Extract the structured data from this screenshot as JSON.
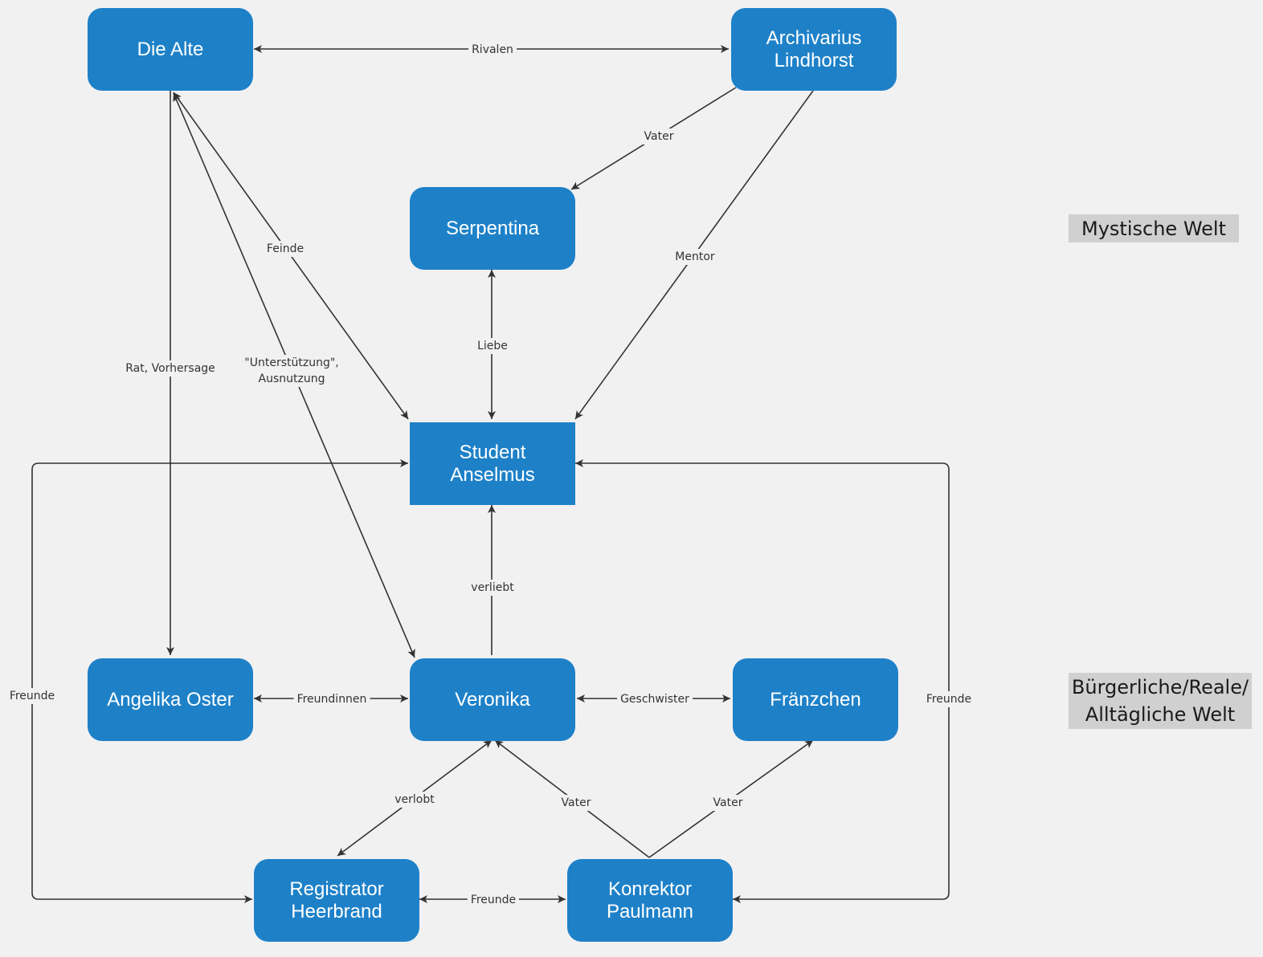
{
  "nodes": {
    "die_alte": "Die Alte",
    "archivarius": "Archivarius\nLindhorst",
    "serpentina": "Serpentina",
    "anselmus": "Student\nAnselmus",
    "angelika": "Angelika Oster",
    "veronika": "Veronika",
    "fraenzchen": "Fränzchen",
    "heerbrand": "Registrator\nHeerbrand",
    "paulmann": "Konrektor\nPaulmann"
  },
  "regions": {
    "mystic": "Mystische Welt",
    "buergerlich": "Bürgerliche/Reale/\nAlltägliche Welt"
  },
  "edges": {
    "rivalen": "Rivalen",
    "vater_serpentina": "Vater",
    "mentor": "Mentor",
    "feinde": "Feinde",
    "liebe": "Liebe",
    "rat": "Rat, Vorhersage",
    "unterstuetzung": "\"Unterstützung\",\nAusnutzung",
    "verliebt": "verliebt",
    "freundinnen": "Freundinnen",
    "geschwister": "Geschwister",
    "verlobt": "verlobt",
    "vater_veronika": "Vater",
    "vater_fraenzchen": "Vater",
    "freunde_mid": "Freunde",
    "freunde_left": "Freunde",
    "freunde_right": "Freunde"
  },
  "colors": {
    "node": "#1e81c8",
    "line": "#333333",
    "region": "#d0d0d0",
    "background": "#f1f1f2"
  }
}
